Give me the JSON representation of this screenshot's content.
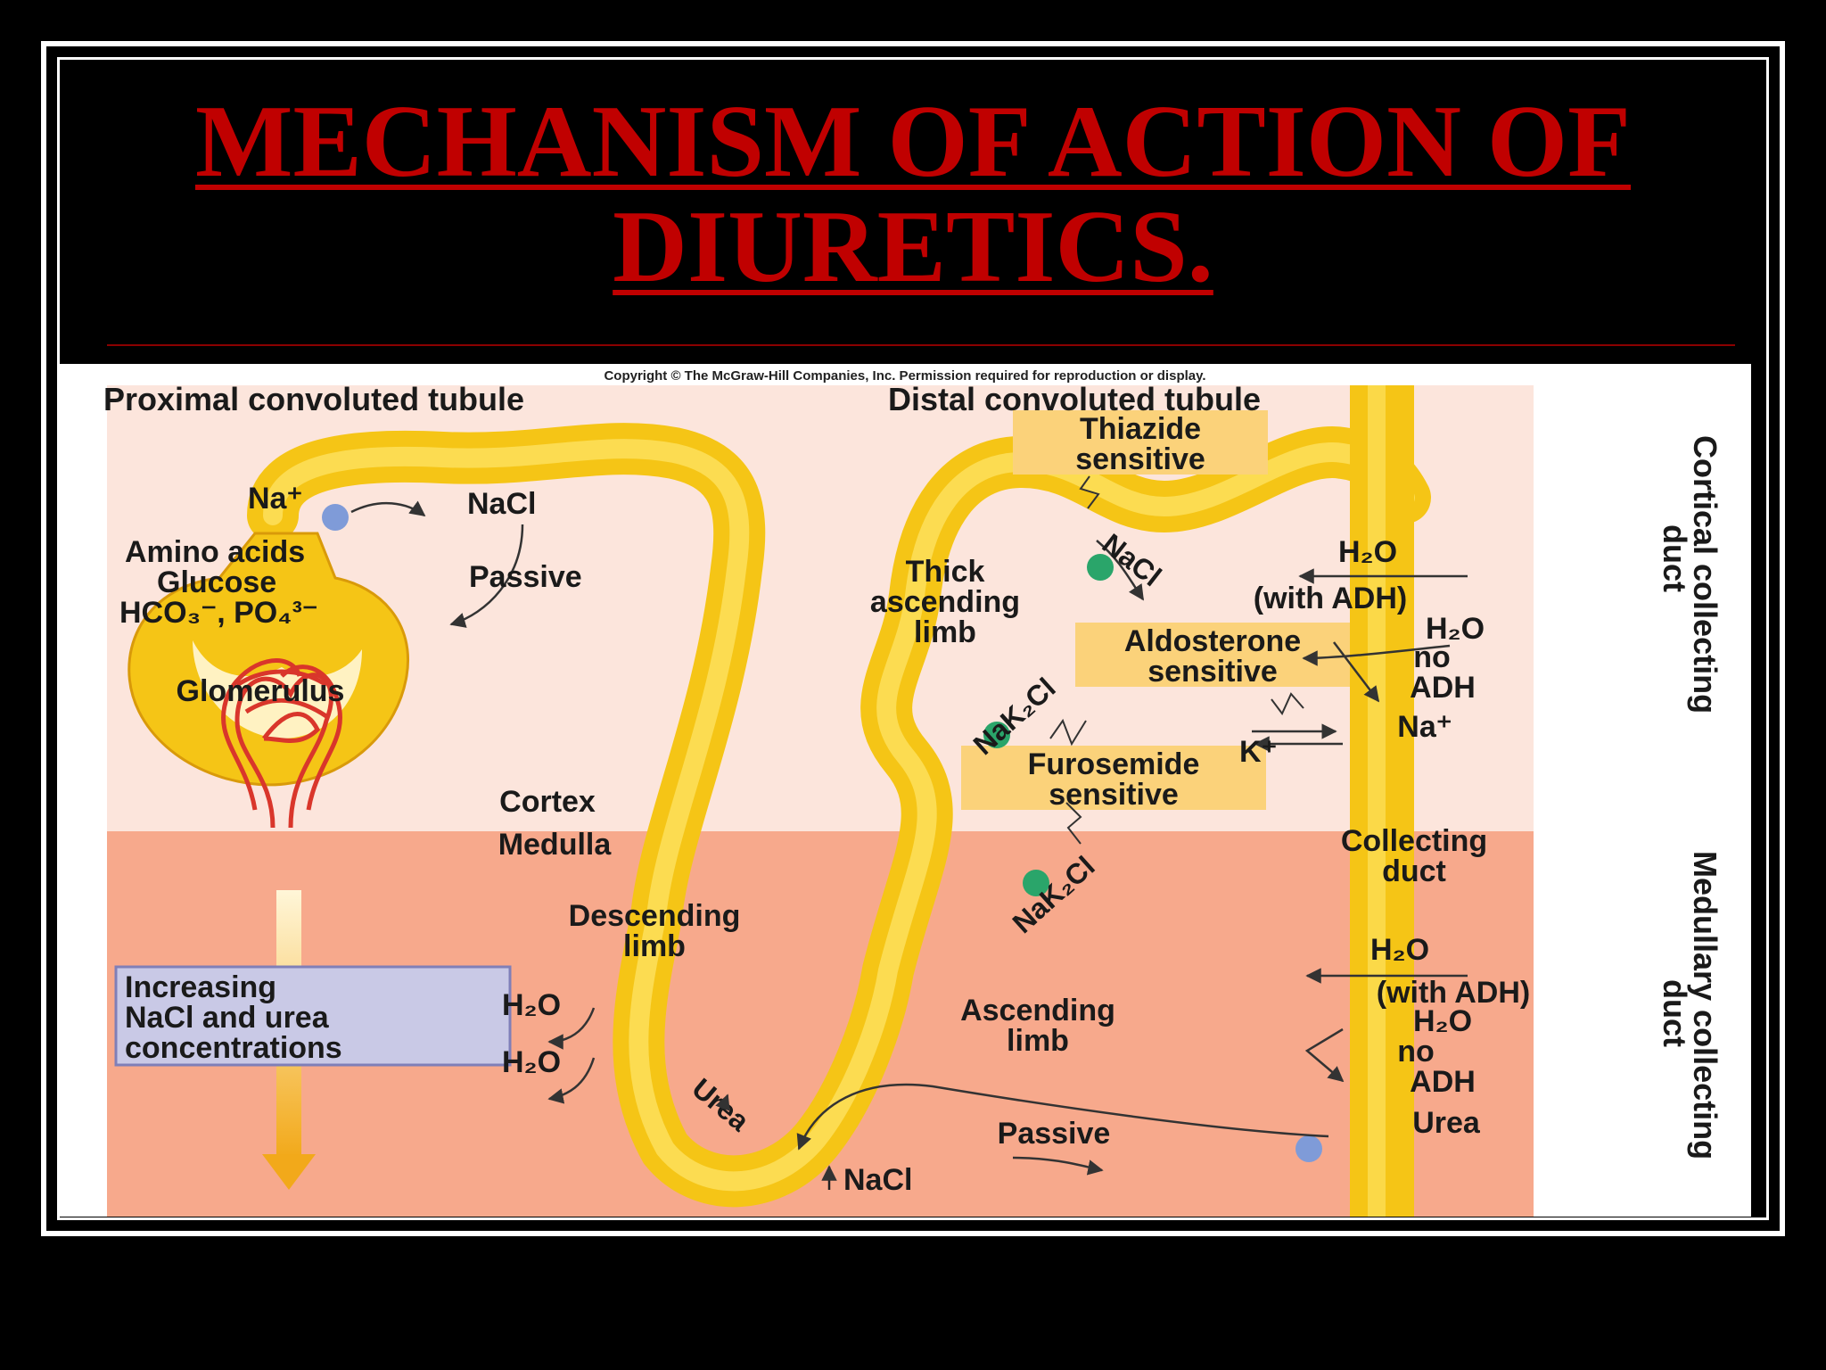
{
  "slide": {
    "title_line1": "MECHANISM OF ACTION OF",
    "title_line2": "DIURETICS.",
    "title_color": "#C00000",
    "rule_color": "#8B0000"
  },
  "figure": {
    "copyright": "Copyright © The McGraw-Hill Companies, Inc. Permission required for reproduction or display.",
    "colors": {
      "cortex_bg": "#FCE5DC",
      "medulla_bg": "#F7A98C",
      "tubule": "#F5C516",
      "tubule_light": "#FFE66B",
      "label_box": "#FBD27A",
      "gradient_box": "#C9C9E6",
      "glomerulus": "#D9362B",
      "ion_blue": "#7F9BD8",
      "ion_green": "#2AA56A"
    },
    "labels": {
      "pct": "Proximal convoluted tubule",
      "dct": "Distal convoluted tubule",
      "thiazide_1": "Thiazide",
      "thiazide_2": "sensitive",
      "na_plus": "Na⁺",
      "nacl_top": "NaCl",
      "amino_acids": "Amino acids",
      "glucose": "Glucose",
      "hco3_po4": "HCO₃⁻, PO₄³⁻",
      "passive_top": "Passive",
      "thick_1": "Thick",
      "thick_2": "ascending",
      "thick_3": "limb",
      "nacl_dct": "NaCl",
      "h2o_1": "H₂O",
      "with_adh_1": "(with ADH)",
      "h2o_2": "H₂O",
      "no_1": "no",
      "adh_1": "ADH",
      "aldo_1": "Aldosterone",
      "aldo_2": "sensitive",
      "glomerulus": "Glomerulus",
      "nak2cl_1": "NaK₂Cl",
      "k_plus": "K⁺",
      "na_plus_2": "Na⁺",
      "furo_1": "Furosemide",
      "furo_2": "sensitive",
      "cortex": "Cortex",
      "medulla": "Medulla",
      "collecting_1": "Collecting",
      "collecting_2": "duct",
      "nak2cl_2": "NaK₂Cl",
      "descending_1": "Descending",
      "descending_2": "limb",
      "h2o_3": "H₂O",
      "with_adh_2": "(with ADH)",
      "increasing_1": "Increasing",
      "increasing_2": "NaCl and urea",
      "increasing_3": "concentrations",
      "h2o_desc_1": "H₂O",
      "h2o_desc_2": "H₂O",
      "ascending_1": "Ascending",
      "ascending_2": "limb",
      "h2o_4": "H₂O",
      "no_2": "no",
      "adh_2": "ADH",
      "urea_right": "Urea",
      "urea_loop": "Urea",
      "passive_bottom": "Passive",
      "nacl_bottom": "NaCl",
      "cortical_1": "Cortical collecting",
      "cortical_2": "duct",
      "medullary_1": "Medullary collecting",
      "medullary_2": "duct"
    }
  }
}
